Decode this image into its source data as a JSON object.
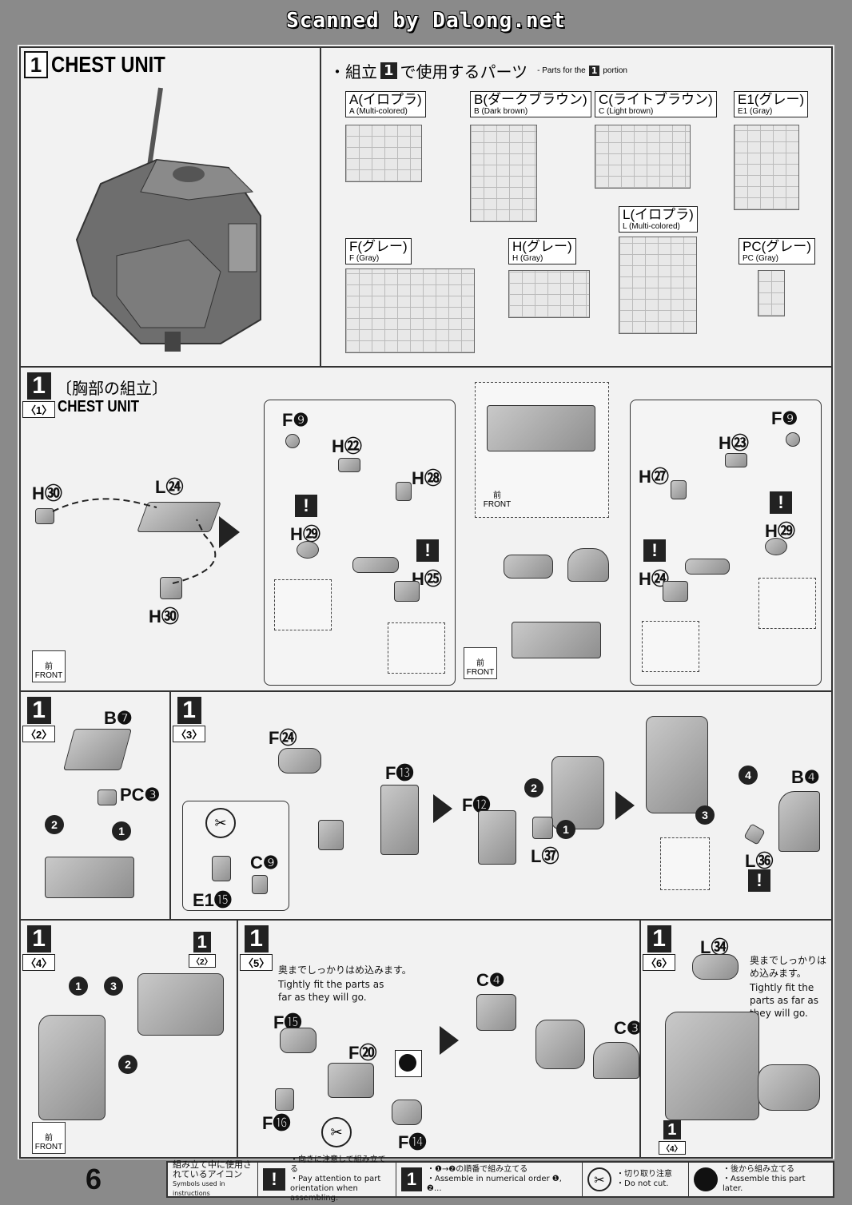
{
  "scan_banner": "Scanned by Dalong.net",
  "page_number": "6",
  "header": {
    "step_number": "1",
    "title": "CHEST UNIT"
  },
  "parts_section": {
    "title_prefix": "・組立",
    "title_num": "1",
    "title_suffix": "で使用するパーツ",
    "subtitle_prefix": "- Parts for the",
    "subtitle_num": "1",
    "subtitle_suffix": "portion",
    "runners": [
      {
        "jp": "A(イロプラ)",
        "en": "A (Multi-colored)"
      },
      {
        "jp": "B(ダークブラウン)",
        "en": "B (Dark brown)"
      },
      {
        "jp": "C(ライトブラウン)",
        "en": "C (Light brown)"
      },
      {
        "jp": "E1(グレー)",
        "en": "E1 (Gray)"
      },
      {
        "jp": "L(イロプラ)",
        "en": "L (Multi-colored)"
      },
      {
        "jp": "F(グレー)",
        "en": "F (Gray)"
      },
      {
        "jp": "H(グレー)",
        "en": "H (Gray)"
      },
      {
        "jp": "PC(グレー)",
        "en": "PC (Gray)"
      }
    ]
  },
  "step1": {
    "number": "1",
    "sub": "〈1〉",
    "title_jp": "〔胸部の組立〕",
    "title_en": "CHEST UNIT",
    "labels": {
      "h30a": "H㉚",
      "l24": "L㉔",
      "h30b": "H㉚",
      "f9a": "F❾",
      "h22": "H㉒",
      "h28": "H㉘",
      "h29a": "H㉙",
      "h25": "H㉕",
      "f9b": "F❾",
      "h23": "H㉓",
      "h27": "H㉗",
      "h29b": "H㉙",
      "h24": "H㉔"
    },
    "front_jp": "前",
    "front_en": "FRONT"
  },
  "step2": {
    "number": "1",
    "sub": "〈2〉",
    "labels": {
      "b7": "B❼",
      "pc3": "PC❸"
    }
  },
  "step3": {
    "number": "1",
    "sub": "〈3〉",
    "labels": {
      "f24": "F㉔",
      "f13": "F⓭",
      "c9": "C❾",
      "e1_15": "E1⓯",
      "f12": "F⓬",
      "l37": "L㊲",
      "b4": "B❹",
      "l36": "L㊱"
    }
  },
  "step4": {
    "number": "1",
    "sub": "〈4〉",
    "ref_num": "1",
    "ref_sub": "〈2〉"
  },
  "step5": {
    "number": "1",
    "sub": "〈5〉",
    "note_jp": "奥までしっかりはめ込みます。",
    "note_en": "Tightly fit the parts as far as they will go.",
    "labels": {
      "f15": "F⓯",
      "f20": "F⑳",
      "f16": "F⓰",
      "f14": "F⓮",
      "c4": "C❹",
      "c3": "C❸"
    }
  },
  "step6": {
    "number": "1",
    "sub": "〈6〉",
    "note_jp": "奥までしっかりはめ込みます。",
    "note_en": "Tightly fit the parts as far as they will go.",
    "labels": {
      "l34": "L㉞"
    },
    "ref_num": "1",
    "ref_sub": "〈4〉"
  },
  "footer": {
    "legend_title_jp": "組み立て中に使用されているアイコン",
    "legend_title_en": "Symbols used in instructions",
    "items": [
      {
        "jp": "・向きに注意して組み立てる",
        "en": "・Pay attention to part orientation when assembling."
      },
      {
        "jp": "・❶→❷の順番で組み立てる",
        "en": "・Assemble in numerical order ❶, ❷..."
      },
      {
        "jp": "・切り取り注意",
        "en": "・Do not cut."
      },
      {
        "jp": "・後から組み立てる",
        "en": "・Assemble this part later."
      }
    ]
  }
}
